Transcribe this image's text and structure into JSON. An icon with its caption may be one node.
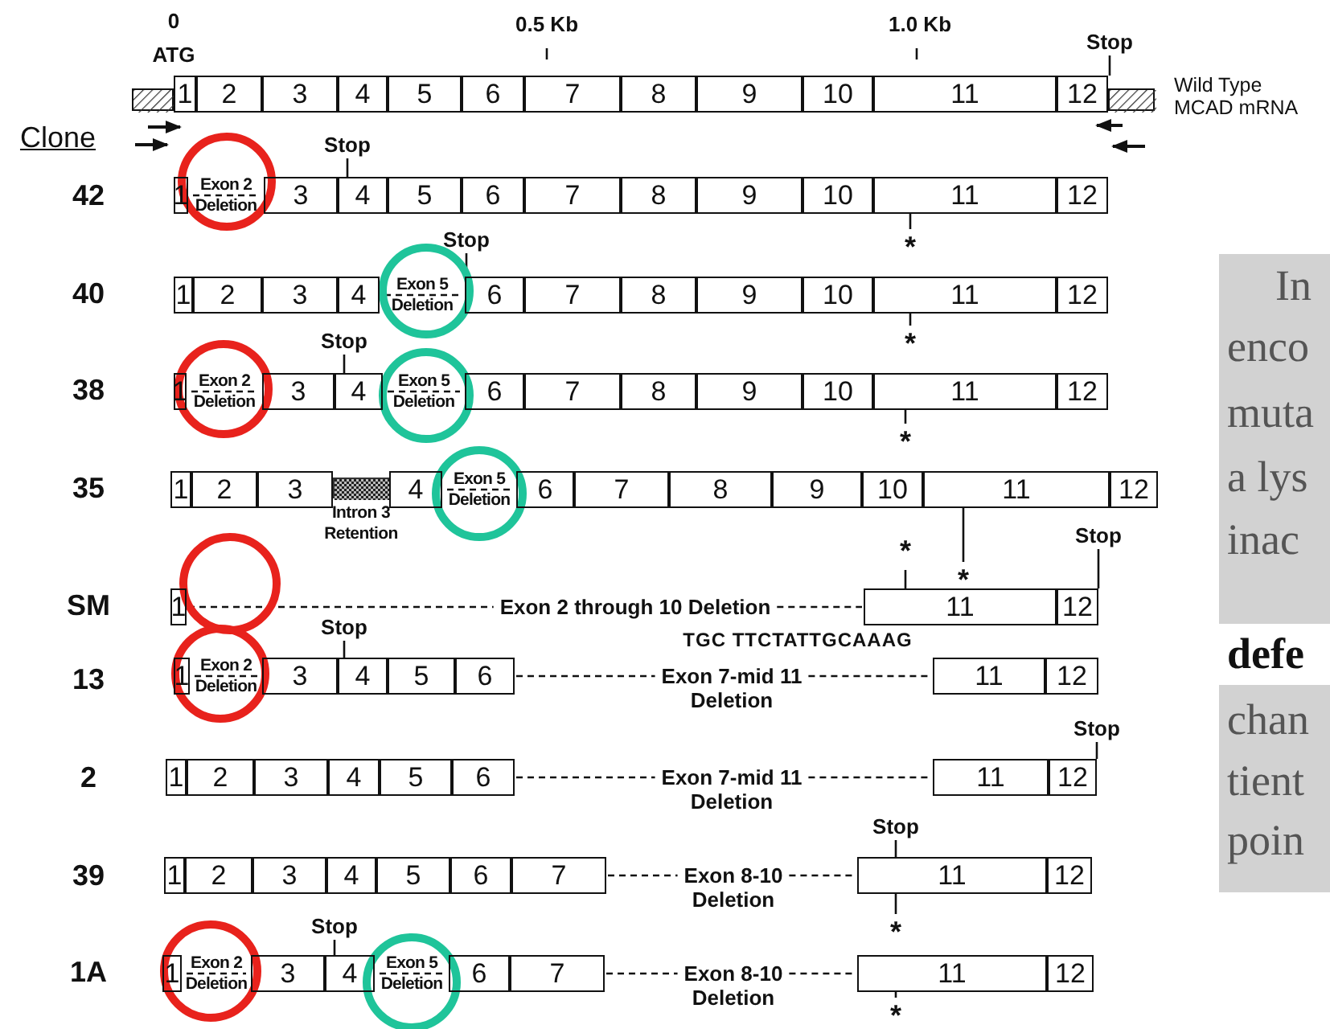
{
  "diagram": {
    "nodes": [
      {
        "text": [
          "Stop"
        ]
      },
      {
        "text": [],
        "shape": "box"
      },
      {
        "text": [
          "1"
        ]
      },
      {
        "text": [
          "2"
        ]
      },
      {
        "text": [
          "3"
        ]
      },
      {
        "text": [
          "4"
        ]
      },
      {
        "text": [
          "5"
        ]
      },
      {
        "text": [
          "6"
        ]
      },
      {
        "text": [
          "7"
        ]
      },
      {
        "text": [
          "8"
        ]
      },
      {
        "text": [
          "9"
        ]
      },
      {
        "text": [
          "10"
        ]
      },
      {
        "text": [
          "11"
        ]
      },
      {
        "text": [
          "12"
        ]
      },
      {
        "text": [],
        "shape": "box"
      },
      {
        "text": [
          "Stop"
        ]
      },
      {
        "text": [
          "1"
        ]
      },
      {
        "text": [
          "Exon 2 Deletion"
        ]
      },
      {
        "text": [
          "3"
        ]
      },
      {
        "text": [
          "4"
        ]
      },
      {
        "text": [
          "5"
        ]
      },
      {
        "text": [
          "6"
        ]
      },
      {
        "text": [
          "7"
        ]
      },
      {
        "text": [
          "8"
        ]
      },
      {
        "text": [
          "9"
        ]
      },
      {
        "text": [
          "10"
        ]
      },
      {
        "text": [
          "11"
        ]
      },
      {
        "text": [
          "12"
        ]
      },
      {
        "text": [
          "*"
        ]
      },
      {
        "text": [
          "Stop"
        ]
      },
      {
        "text": [
          "1"
        ]
      },
      {
        "text": [
          "2"
        ]
      },
      {
        "text": [
          "3"
        ]
      },
      {
        "text": [
          "4"
        ]
      },
      {
        "text": [
          "Exon 5 Deletion"
        ]
      },
      {
        "text": [
          "6"
        ]
      },
      {
        "text": [
          "7"
        ]
      },
      {
        "text": [
          "8"
        ]
      },
      {
        "text": [
          "9"
        ]
      },
      {
        "text": [
          "10"
        ]
      },
      {
        "text": [
          "11"
        ]
      },
      {
        "text": [
          "12"
        ]
      },
      {
        "text": [
          "*"
        ]
      },
      {
        "text": [
          "Stop"
        ]
      },
      {
        "text": [
          "1"
        ]
      },
      {
        "text": [
          "Exon 2 Deletion"
        ]
      },
      {
        "text": [
          "3"
        ]
      },
      {
        "text": [
          "4"
        ]
      },
      {
        "text": [
          "Exon 5 Deletion"
        ]
      },
      {
        "text": [
          "6"
        ]
      },
      {
        "text": [
          "7"
        ]
      },
      {
        "text": [
          "8"
        ]
      },
      {
        "text": [
          "9"
        ]
      },
      {
        "text": [
          "10"
        ]
      },
      {
        "text": [
          "11"
        ]
      },
      {
        "text": [
          "12"
        ]
      },
      {
        "text": [
          "*"
        ]
      },
      {
        "text": [
          "1"
        ]
      },
      {
        "text": [
          "2"
        ]
      },
      {
        "text": [
          "3"
        ]
      },
      {
        "text": [
          "Intron 3 Retention"
        ]
      },
      {
        "text": [
          "4"
        ]
      },
      {
        "text": [
          "Exon 5 Deletion"
        ]
      },
      {
        "text": [
          "6"
        ]
      },
      {
        "text": [
          "7"
        ]
      },
      {
        "text": [
          "8"
        ]
      },
      {
        "text": [
          "9"
        ]
      },
      {
        "text": [
          "10"
        ]
      },
      {
        "text": [
          "11"
        ]
      },
      {
        "text": [
          "12"
        ]
      },
      {
        "text": [
          "*"
        ]
      },
      {
        "text": [
          "*"
        ]
      },
      {
        "text": [
          "Stop"
        ]
      },
      {
        "text": [
          "1"
        ]
      },
      {
        "text": [
          "Exon 2 through 10 Deletion"
        ]
      },
      {
        "text": [
          "11"
        ]
      },
      {
        "text": [
          "12"
        ]
      },
      {
        "text": [
          "Stop"
        ]
      },
      {
        "text": [
          "1"
        ]
      },
      {
        "text": [
          "Exon 2 Deletion"
        ]
      },
      {
        "text": [
          "3"
        ]
      },
      {
        "text": [
          "4"
        ]
      },
      {
        "text": [
          "5"
        ]
      },
      {
        "text": [
          "6"
        ]
      },
      {
        "text": [
          "Exon 7-mid 11 Deletion"
        ]
      },
      {
        "text": [
          "11"
        ]
      },
      {
        "text": [
          "12"
        ]
      },
      {
        "text": [
          "Stop"
        ]
      },
      {
        "text": [
          "1"
        ]
      },
      {
        "text": [
          "2"
        ]
      },
      {
        "text": [
          "3"
        ]
      },
      {
        "text": [
          "4"
        ]
      },
      {
        "text": [
          "5"
        ]
      },
      {
        "text": [
          "6"
        ]
      },
      {
        "text": [
          "Exon 7-mid 11 Deletion"
        ]
      },
      {
        "text": [
          "11"
        ]
      },
      {
        "text": [
          "12"
        ]
      },
      {
        "text": [
          "Stop"
        ]
      },
      {
        "text": [
          "1"
        ]
      },
      {
        "text": [
          "2"
        ]
      },
      {
        "text": [
          "3"
        ]
      },
      {
        "text": [
          "4"
        ]
      },
      {
        "text": [
          "5"
        ]
      },
      {
        "text": [
          "6"
        ]
      },
      {
        "text": [
          "7"
        ]
      },
      {
        "text": [
          "Exon 8-10 Deletion"
        ]
      },
      {
        "text": [
          "11"
        ]
      },
      {
        "text": [
          "12"
        ]
      },
      {
        "text": [
          "*"
        ]
      },
      {
        "text": [
          "Stop"
        ]
      },
      {
        "text": [
          "1"
        ]
      },
      {
        "text": [
          "Exon 2 Deletion"
        ]
      },
      {
        "text": [
          "3"
        ]
      },
      {
        "text": [
          "4"
        ]
      },
      {
        "text": [
          "Exon 5 Deletion"
        ]
      },
      {
        "text": [
          "6"
        ]
      },
      {
        "text": [
          "7"
        ]
      },
      {
        "text": [
          "Exon 8-10 Deletion"
        ]
      },
      {
        "text": [
          "11"
        ]
      },
      {
        "text": [
          "12"
        ]
      },
      {
        "text": [
          "*"
        ]
      }
    ],
    "edges": [
      {
        "from": 0,
        "to": 13,
        "arrow": "none"
      },
      {
        "from": 15,
        "to": 19,
        "arrow": "none"
      },
      {
        "from": 28,
        "to": 26,
        "arrow": "none"
      },
      {
        "from": 29,
        "to": 34,
        "arrow": "none"
      },
      {
        "from": 42,
        "to": 40,
        "arrow": "none"
      },
      {
        "from": 43,
        "to": 47,
        "arrow": "none"
      },
      {
        "from": 56,
        "to": 54,
        "arrow": "none"
      },
      {
        "from": 70,
        "to": 75,
        "arrow": "none"
      },
      {
        "from": 71,
        "to": 68,
        "arrow": "none"
      },
      {
        "from": 72,
        "to": 76,
        "arrow": "none"
      },
      {
        "from": 73,
        "to": 74,
        "arrow": "none",
        "style": "dashed"
      },
      {
        "from": 74,
        "to": 75,
        "arrow": "none",
        "style": "dashed"
      },
      {
        "from": 77,
        "to": 81,
        "arrow": "none"
      },
      {
        "from": 83,
        "to": 84,
        "arrow": "none",
        "style": "dashed"
      },
      {
        "from": 84,
        "to": 85,
        "arrow": "none",
        "style": "dashed"
      },
      {
        "from": 87,
        "to": 96,
        "arrow": "none"
      },
      {
        "from": 93,
        "to": 94,
        "arrow": "none",
        "style": "dashed"
      },
      {
        "from": 94,
        "to": 95,
        "arrow": "none",
        "style": "dashed"
      },
      {
        "from": 97,
        "to": 106,
        "arrow": "none"
      },
      {
        "from": 104,
        "to": 105,
        "arrow": "none",
        "style": "dashed"
      },
      {
        "from": 105,
        "to": 106,
        "arrow": "none",
        "style": "dashed"
      },
      {
        "from": 108,
        "to": 106,
        "arrow": "none"
      },
      {
        "from": 109,
        "to": 113,
        "arrow": "none"
      },
      {
        "from": 116,
        "to": 117,
        "arrow": "none",
        "style": "dashed"
      },
      {
        "from": 117,
        "to": 118,
        "arrow": "none",
        "style": "dashed"
      },
      {
        "from": 120,
        "to": 118,
        "arrow": "none"
      }
    ],
    "labels": [
      "0",
      "0.5 Kb",
      "1.0 Kb",
      "ATG",
      "Wild Type MCAD mRNA",
      "Clone",
      "42",
      "40",
      "38",
      "35",
      "SM",
      "TGC TTCTATTGCAAAG",
      "13",
      "2",
      "39",
      "1A",
      "In",
      "enco",
      "muta",
      "a lys",
      "inac",
      "defe",
      "chan",
      "tient",
      "poin"
    ]
  }
}
